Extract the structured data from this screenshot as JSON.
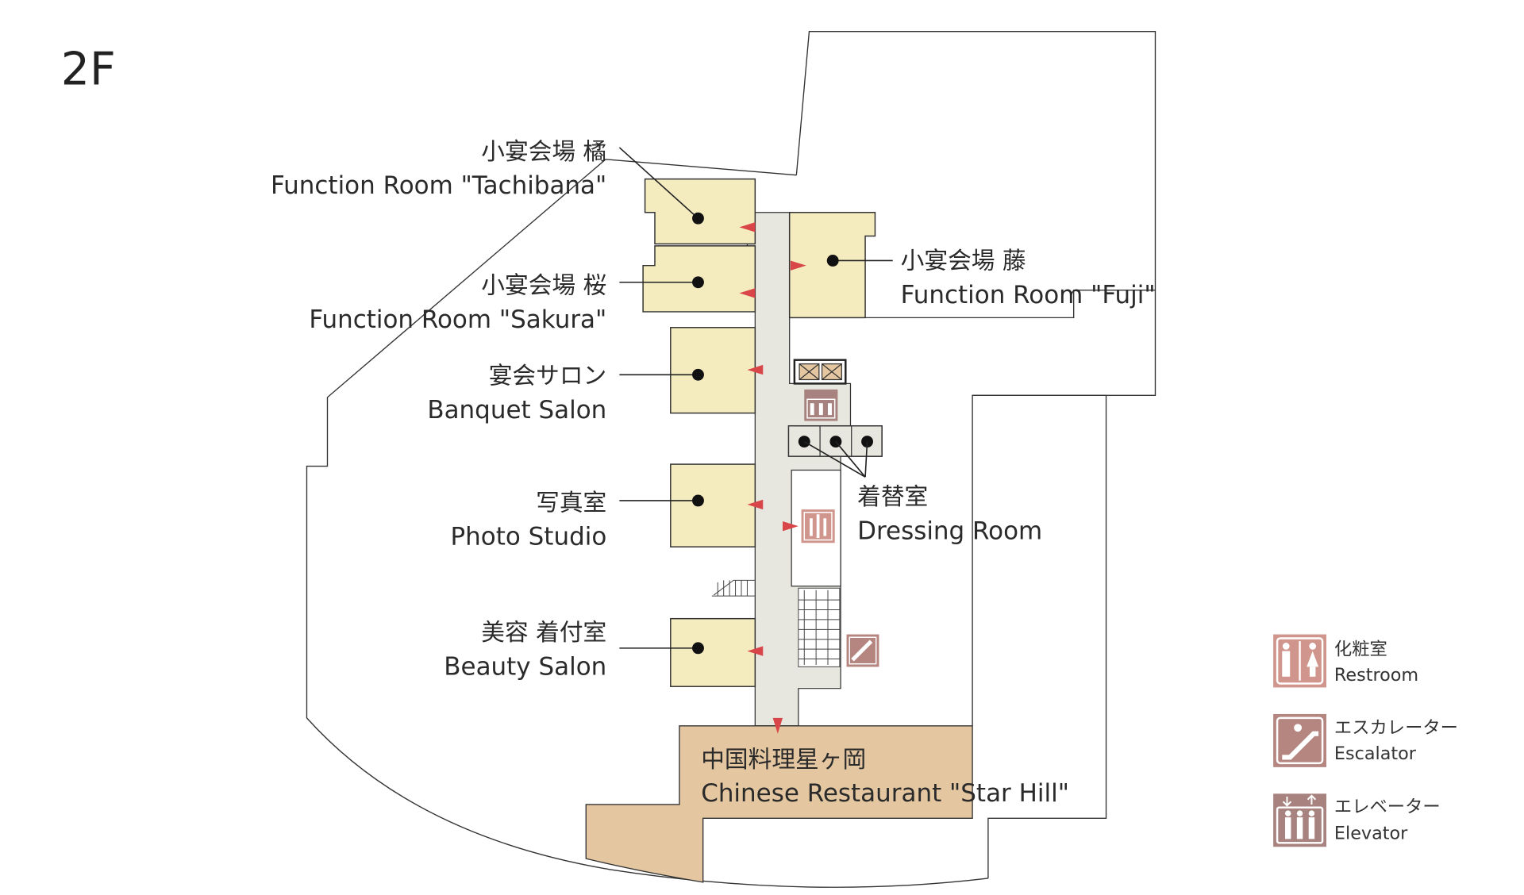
{
  "floor": "2F",
  "rooms": [
    {
      "ja": "小宴会場 橘",
      "en": "Function Room \"Tachibana\""
    },
    {
      "ja": "小宴会場 桜",
      "en": "Function Room \"Sakura\""
    },
    {
      "ja": "小宴会場 藤",
      "en": "Function Room \"Fuji\""
    },
    {
      "ja": "宴会サロン",
      "en": "Banquet Salon"
    },
    {
      "ja": "写真室",
      "en": "Photo Studio"
    },
    {
      "ja": "美容 着付室",
      "en": "Beauty Salon"
    },
    {
      "ja": "着替室",
      "en": "Dressing Room"
    },
    {
      "ja": "中国料理星ヶ岡",
      "en": "Chinese Restaurant \"Star Hill\""
    }
  ],
  "legend": [
    {
      "icon": "restroom-icon",
      "ja": "化粧室",
      "en": "Restroom",
      "color": "#d0968d"
    },
    {
      "icon": "escalator-icon",
      "ja": "エスカレーター",
      "en": "Escalator",
      "color": "#b58580"
    },
    {
      "icon": "elevator-icon",
      "ja": "エレベーター",
      "en": "Elevator",
      "color": "#a8827f"
    }
  ],
  "colors": {
    "room": "#f4ebbf",
    "restaurant": "#e4c7a1",
    "corridor": "#e7e7df",
    "arrow": "#d9464a"
  }
}
